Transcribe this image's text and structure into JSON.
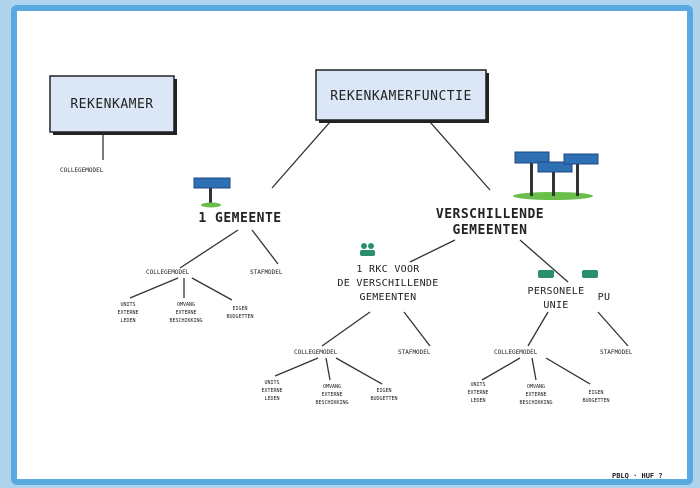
{
  "colors": {
    "page": "#aed3ec",
    "board": "#ffffff",
    "frame": "#5aa8e0",
    "box_fill": "#dbe7f7",
    "ink": "#222222",
    "sign": "#2f6fb3",
    "grass": "#6abf4b",
    "people": "#2a8f6a"
  },
  "diagram": {
    "rekenkamer": "REKENKAMER",
    "collegemodel_top": "COLLEGEMODEL",
    "rekenkamerfunctie": "REKENKAMERFUNCTIE",
    "gemeente": "1 GEMEENTE",
    "verschillende_line1": "VERSCHILLENDE",
    "verschillende_line2": "GEMEENTEN",
    "left_branch": {
      "collegemodel": "COLLEGEMODEL",
      "stafmodel": "STAFMODEL",
      "leaf1": [
        "UNITS",
        "EXTERNE",
        "LEDEN"
      ],
      "leaf2": [
        "OMVANG",
        "EXTERNE",
        "BESCHIKKING"
      ],
      "leaf3": [
        "EIGEN",
        "BUDGETTEN"
      ]
    },
    "een_voor": [
      "1 RKC VOOR",
      "DE VERSCHILLENDE",
      "GEMEENTEN"
    ],
    "personele_unie_line1": "PERSONELE",
    "personele_unie_line2": "UNIE",
    "pu_extra": "PU",
    "middle_branch": {
      "collegemodel": "COLLEGEMODEL",
      "stafmodel": "STAFMODEL",
      "leaf1": [
        "UNITS",
        "EXTERNE",
        "LEDEN"
      ],
      "leaf2": [
        "OMVANG",
        "EXTERNE",
        "BESCHIKKING"
      ],
      "leaf3": [
        "EIGEN",
        "BUDGETTEN"
      ]
    },
    "right_branch": {
      "collegemodel": "COLLEGEMODEL",
      "stafmodel": "STAFMODEL",
      "leaf1": [
        "UNITS",
        "EXTERNE",
        "LEDEN"
      ],
      "leaf2": [
        "OMVANG",
        "EXTERNE",
        "BESCHIKKING"
      ],
      "leaf3": [
        "EIGEN",
        "BUDGETTEN"
      ]
    },
    "signature": "PBLQ · HUF ?"
  }
}
